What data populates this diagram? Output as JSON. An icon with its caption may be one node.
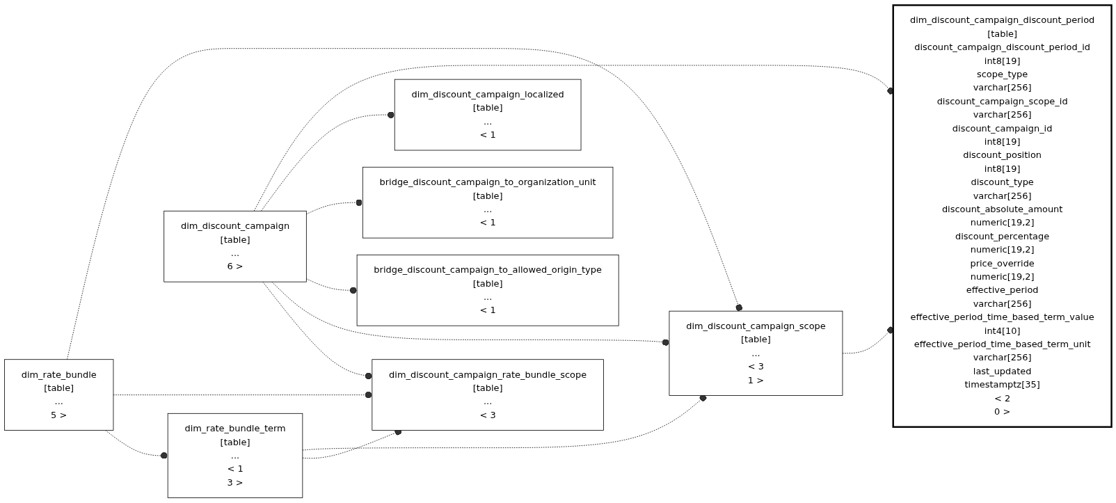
{
  "diagram": {
    "nodes": [
      {
        "text": [
          "dim_discount_campaign_rate_bundle_scope",
          "[table]",
          "...",
          "< 3"
        ]
      },
      {
        "text": [
          "dim_rate_bundle",
          "[table]",
          "...",
          "5 >"
        ]
      },
      {
        "text": [
          "dim_rate_bundle_term",
          "[table]",
          "...",
          "< 1",
          "3 >"
        ]
      },
      {
        "text": [
          "dim_discount_campaign_scope",
          "[table]",
          "...",
          "< 3",
          "1 >"
        ]
      },
      {
        "text": [
          "bridge_discount_campaign_to_allowed_origin_type",
          "[table]",
          "...",
          "< 1"
        ]
      },
      {
        "text": [
          "dim_discount_campaign_discount_period",
          "[table]",
          "discount_campaign_discount_period_id",
          "int8[19]",
          "scope_type",
          "varchar[256]",
          "discount_campaign_scope_id",
          "varchar[256]",
          "discount_campaign_id",
          "int8[19]",
          "discount_position",
          "int8[19]",
          "discount_type",
          "varchar[256]",
          "discount_absolute_amount",
          "numeric[19,2]",
          "discount_percentage",
          "numeric[19,2]",
          "price_override",
          "numeric[19,2]",
          "effective_period",
          "varchar[256]",
          "effective_period_time_based_term_value",
          "int4[10]",
          "effective_period_time_based_term_unit",
          "varchar[256]",
          "last_updated",
          "timestamptz[35]",
          "< 2",
          "0 >"
        ]
      },
      {
        "text": [
          "dim_discount_campaign",
          "[table]",
          "...",
          "6 >"
        ]
      },
      {
        "text": [
          "bridge_discount_campaign_to_organization_unit",
          "[table]",
          "...",
          "< 1"
        ]
      },
      {
        "text": [
          "dim_discount_campaign_localized",
          "[table]",
          "...",
          "< 1"
        ]
      }
    ],
    "edges": [
      {
        "from": 1,
        "to": 2,
        "arrow": "other",
        "style": "dashed"
      },
      {
        "from": 1,
        "to": 0,
        "arrow": "other",
        "style": "dashed"
      },
      {
        "from": 1,
        "to": 3,
        "arrow": "other",
        "style": "dashed"
      },
      {
        "from": 2,
        "to": 0,
        "arrow": "other",
        "style": "dashed"
      },
      {
        "from": 2,
        "to": 3,
        "arrow": "other",
        "style": "dashed"
      },
      {
        "from": 6,
        "to": 0,
        "arrow": "other",
        "style": "dashed"
      },
      {
        "from": 6,
        "to": 3,
        "arrow": "other",
        "style": "dashed"
      },
      {
        "from": 6,
        "to": 4,
        "arrow": "other",
        "style": "dashed"
      },
      {
        "from": 6,
        "to": 7,
        "arrow": "other",
        "style": "dashed"
      },
      {
        "from": 6,
        "to": 8,
        "arrow": "other",
        "style": "dashed"
      },
      {
        "from": 6,
        "to": 5,
        "arrow": "other",
        "style": "dashed"
      },
      {
        "from": 3,
        "to": 5,
        "arrow": "other",
        "style": "dashed"
      }
    ]
  }
}
